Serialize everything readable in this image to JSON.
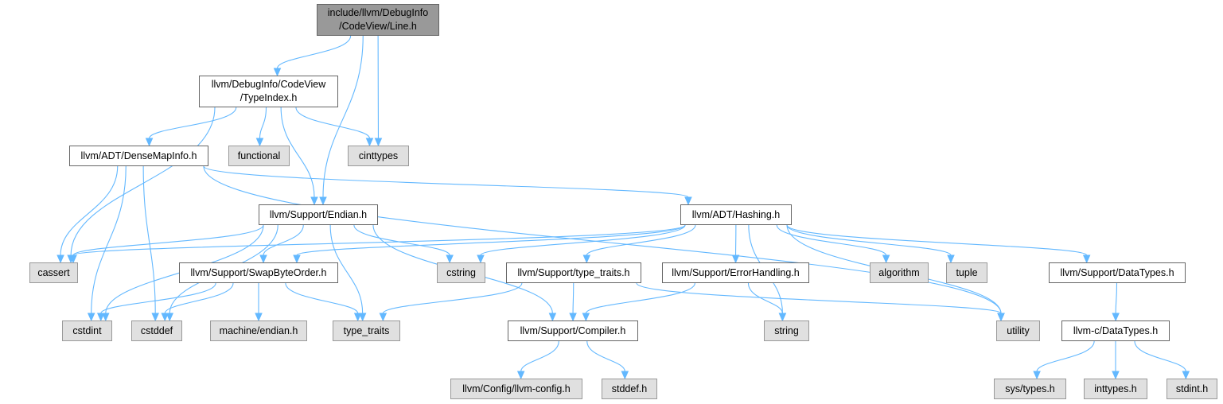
{
  "graph": {
    "nodes": [
      {
        "id": "line",
        "label": "include/llvm/DebugInfo\n/CodeView/Line.h",
        "kind": "root"
      },
      {
        "id": "typeindex",
        "label": "llvm/DebugInfo/CodeView\n/TypeIndex.h",
        "kind": "link"
      },
      {
        "id": "densemap",
        "label": "llvm/ADT/DenseMapInfo.h",
        "kind": "link"
      },
      {
        "id": "functional",
        "label": "functional",
        "kind": "system"
      },
      {
        "id": "cinttypes",
        "label": "cinttypes",
        "kind": "system"
      },
      {
        "id": "endian",
        "label": "llvm/Support/Endian.h",
        "kind": "link"
      },
      {
        "id": "hashing",
        "label": "llvm/ADT/Hashing.h",
        "kind": "link"
      },
      {
        "id": "cassert",
        "label": "cassert",
        "kind": "system"
      },
      {
        "id": "swapbyte",
        "label": "llvm/Support/SwapByteOrder.h",
        "kind": "link"
      },
      {
        "id": "cstring",
        "label": "cstring",
        "kind": "system"
      },
      {
        "id": "typetraitsh",
        "label": "llvm/Support/type_traits.h",
        "kind": "link"
      },
      {
        "id": "errorh",
        "label": "llvm/Support/ErrorHandling.h",
        "kind": "link"
      },
      {
        "id": "algorithm",
        "label": "algorithm",
        "kind": "system"
      },
      {
        "id": "tuple",
        "label": "tuple",
        "kind": "system"
      },
      {
        "id": "datatypes",
        "label": "llvm/Support/DataTypes.h",
        "kind": "link"
      },
      {
        "id": "cstdint",
        "label": "cstdint",
        "kind": "system"
      },
      {
        "id": "cstddef",
        "label": "cstddef",
        "kind": "system"
      },
      {
        "id": "machendian",
        "label": "machine/endian.h",
        "kind": "system"
      },
      {
        "id": "type_traits",
        "label": "type_traits",
        "kind": "system"
      },
      {
        "id": "compiler",
        "label": "llvm/Support/Compiler.h",
        "kind": "link"
      },
      {
        "id": "string",
        "label": "string",
        "kind": "system"
      },
      {
        "id": "utility",
        "label": "utility",
        "kind": "system"
      },
      {
        "id": "cdatatypes",
        "label": "llvm-c/DataTypes.h",
        "kind": "link"
      },
      {
        "id": "llvmconfig",
        "label": "llvm/Config/llvm-config.h",
        "kind": "system"
      },
      {
        "id": "stddef",
        "label": "stddef.h",
        "kind": "system"
      },
      {
        "id": "systypes",
        "label": "sys/types.h",
        "kind": "system"
      },
      {
        "id": "inttypes",
        "label": "inttypes.h",
        "kind": "system"
      },
      {
        "id": "stdint",
        "label": "stdint.h",
        "kind": "system"
      }
    ],
    "edges": [
      [
        "line",
        "typeindex"
      ],
      [
        "line",
        "cinttypes"
      ],
      [
        "line",
        "endian"
      ],
      [
        "typeindex",
        "cassert"
      ],
      [
        "typeindex",
        "densemap"
      ],
      [
        "typeindex",
        "functional"
      ],
      [
        "typeindex",
        "cinttypes"
      ],
      [
        "typeindex",
        "endian"
      ],
      [
        "densemap",
        "cassert"
      ],
      [
        "densemap",
        "cstddef"
      ],
      [
        "densemap",
        "cstdint"
      ],
      [
        "densemap",
        "hashing"
      ],
      [
        "densemap",
        "utility"
      ],
      [
        "endian",
        "cassert"
      ],
      [
        "endian",
        "cstdint"
      ],
      [
        "endian",
        "cstddef"
      ],
      [
        "endian",
        "swapbyte"
      ],
      [
        "endian",
        "type_traits"
      ],
      [
        "endian",
        "cstring"
      ],
      [
        "endian",
        "compiler"
      ],
      [
        "hashing",
        "cassert"
      ],
      [
        "hashing",
        "swapbyte"
      ],
      [
        "hashing",
        "cstring"
      ],
      [
        "hashing",
        "typetraitsh"
      ],
      [
        "hashing",
        "errorh"
      ],
      [
        "hashing",
        "string"
      ],
      [
        "hashing",
        "algorithm"
      ],
      [
        "hashing",
        "tuple"
      ],
      [
        "hashing",
        "utility"
      ],
      [
        "hashing",
        "datatypes"
      ],
      [
        "swapbyte",
        "cstdint"
      ],
      [
        "swapbyte",
        "cstddef"
      ],
      [
        "swapbyte",
        "machendian"
      ],
      [
        "swapbyte",
        "type_traits"
      ],
      [
        "typetraitsh",
        "type_traits"
      ],
      [
        "typetraitsh",
        "compiler"
      ],
      [
        "typetraitsh",
        "utility"
      ],
      [
        "errorh",
        "compiler"
      ],
      [
        "errorh",
        "string"
      ],
      [
        "datatypes",
        "cdatatypes"
      ],
      [
        "compiler",
        "llvmconfig"
      ],
      [
        "compiler",
        "stddef"
      ],
      [
        "cdatatypes",
        "systypes"
      ],
      [
        "cdatatypes",
        "inttypes"
      ],
      [
        "cdatatypes",
        "stdint"
      ]
    ]
  },
  "colors": {
    "edge": "#63b8ff",
    "node_border": "#666666",
    "system_fill": "#e0e0e0",
    "root_fill": "#999999"
  }
}
